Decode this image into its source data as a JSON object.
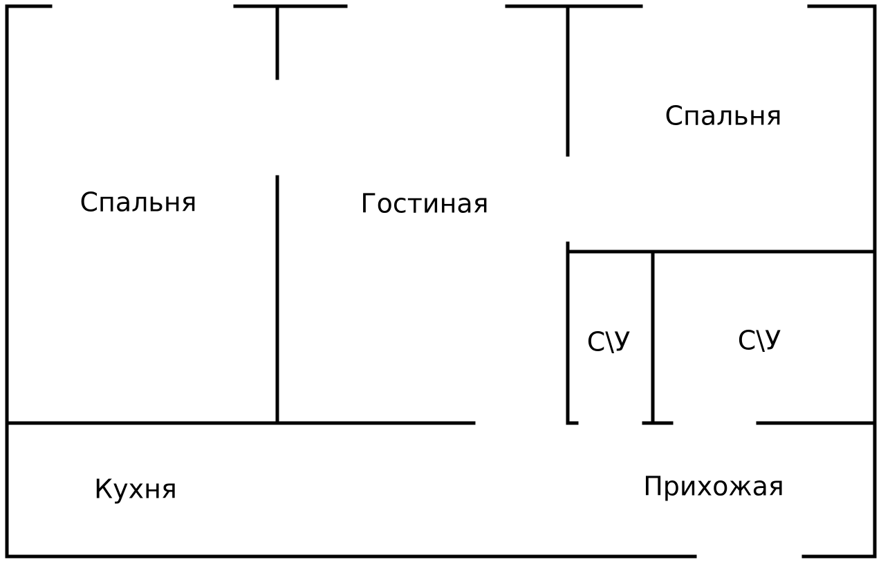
{
  "plan": {
    "wall_color": "#000000",
    "background_color": "#ffffff",
    "rooms": {
      "bedroom_left": "Спальня",
      "living_room": "Гостиная",
      "bedroom_right": "Спальня",
      "bathroom_small": "С\\У",
      "bathroom_large": "С\\У",
      "kitchen": "Кухня",
      "hallway": "Прихожая"
    }
  }
}
